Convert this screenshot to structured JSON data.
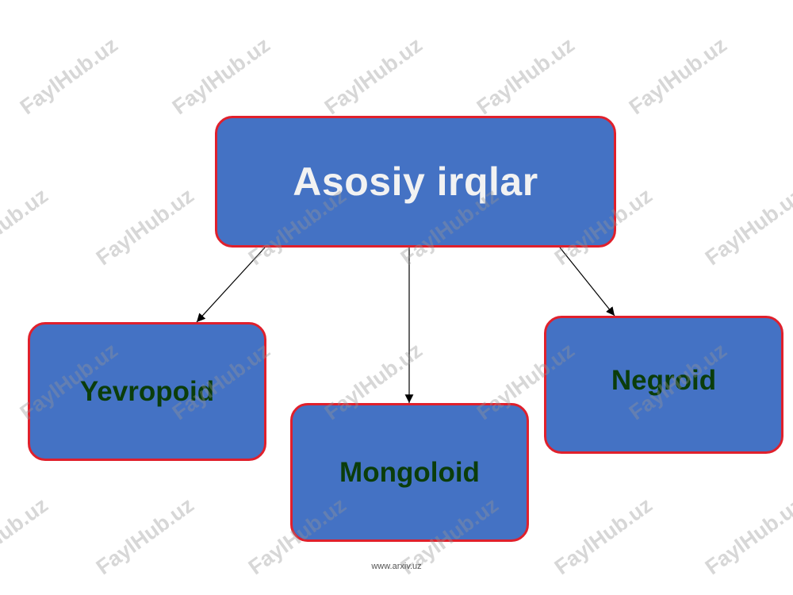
{
  "diagram": {
    "root": {
      "label": "Asosiy irqlar"
    },
    "children": [
      {
        "label": "Yevropoid"
      },
      {
        "label": "Mongoloid"
      },
      {
        "label": "Negroid"
      }
    ]
  },
  "watermark": {
    "text": "FaylHub.uz"
  },
  "footer": {
    "text": "www.arxiv.uz"
  },
  "colors": {
    "box_fill": "#4472c4",
    "box_border": "#e0202c",
    "root_text": "#f2f2f2",
    "child_text": "#0b3d0b",
    "arrow": "#000000"
  }
}
